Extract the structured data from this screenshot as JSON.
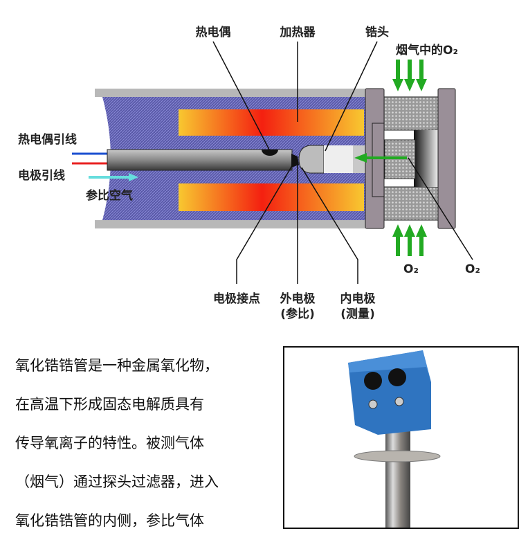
{
  "diagram": {
    "labels": {
      "thermocouple": "热电偶",
      "heater": "加热器",
      "zirconia_head": "锆头",
      "flue_gas_o2": "烟气中的O₂",
      "thermocouple_lead": "热电偶引线",
      "electrode_lead": "电极引线",
      "reference_air": "参比空气",
      "electrode_contact": "电极接点",
      "outer_electrode": "外电极",
      "outer_electrode_note": "(参比)",
      "inner_electrode": "内电极",
      "inner_electrode_note": "(测量)",
      "o2_bottom": "O₂",
      "o2_right": "O₂"
    },
    "colors": {
      "insulation": "#5a5aa8",
      "heater_hot": "#f42010",
      "heater_cool": "#f8c830",
      "flow_arrow": "#22aa22",
      "air_arrow": "#66dddd",
      "wire_blue": "#1a4fd0",
      "wire_red": "#e82020"
    }
  },
  "description": {
    "lines": [
      "氧化锆锆管是一种金属氧化物，",
      "在高温下形成固态电解质具有",
      "传导氧离子的特性。被测气体",
      "（烟气）通过探头过滤器，进入",
      "氧化锆锆管的内侧，参比气体"
    ]
  }
}
